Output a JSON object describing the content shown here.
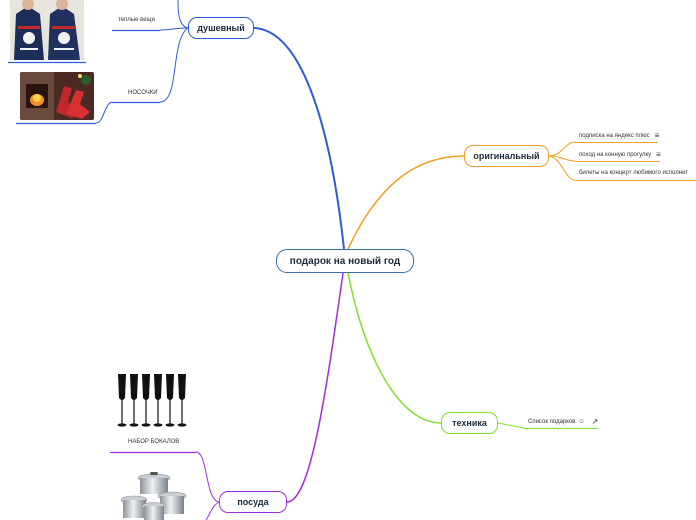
{
  "root": {
    "label": "подарок на новый год"
  },
  "branches": {
    "dushevny": {
      "label": "душевный",
      "color": "#2e5bd8",
      "children": [
        {
          "label": "теплые вещи",
          "image": "sweaters-photo"
        },
        {
          "label": "НОСОЧКИ",
          "image": "socks-by-fireplace-photo"
        }
      ]
    },
    "originalny": {
      "label": "оригинальный",
      "color": "#f0a020",
      "children": [
        {
          "label": "подписка на яндекс плюс",
          "icon": "menu-icon"
        },
        {
          "label": "поход на конную прогулку",
          "icon": "menu-icon"
        },
        {
          "label": "билеты на концерт любимого исполнит"
        }
      ]
    },
    "tekhnika": {
      "label": "техника",
      "color": "#7fe02a",
      "children": [
        {
          "label": "Список подарков",
          "icon": "external-link-icon"
        }
      ]
    },
    "posuda": {
      "label": "посуда",
      "color": "#a12de0",
      "children": [
        {
          "label": "НАБОР БОКАЛОВ",
          "image": "champagne-glasses-photo"
        },
        {
          "label": "",
          "image": "cookware-set-photo"
        }
      ]
    }
  },
  "icons": {
    "menu": "≡",
    "external_link": "↗",
    "smiley": "☺"
  }
}
